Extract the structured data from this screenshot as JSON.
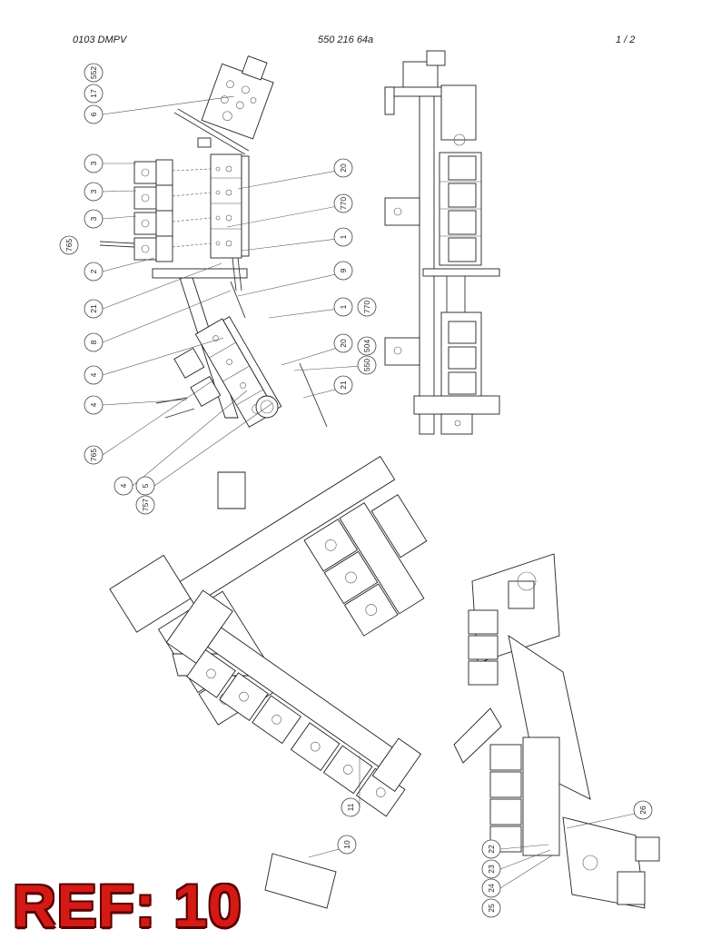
{
  "header": {
    "left": "0103 DMPV",
    "center": "550 216 64a",
    "right": "1 /   2"
  },
  "ref_label": "REF: 10",
  "callouts": [
    {
      "id": "c-552",
      "label": "552"
    },
    {
      "id": "c-17",
      "label": "17"
    },
    {
      "id": "c-6",
      "label": "6"
    },
    {
      "id": "c-3a",
      "label": "3"
    },
    {
      "id": "c-3b",
      "label": "3"
    },
    {
      "id": "c-3c",
      "label": "3"
    },
    {
      "id": "c-765a",
      "label": "765"
    },
    {
      "id": "c-2",
      "label": "2"
    },
    {
      "id": "c-21a",
      "label": "21"
    },
    {
      "id": "c-8",
      "label": "8"
    },
    {
      "id": "c-4a",
      "label": "4"
    },
    {
      "id": "c-4b",
      "label": "4"
    },
    {
      "id": "c-765b",
      "label": "765"
    },
    {
      "id": "c-4c",
      "label": "4"
    },
    {
      "id": "c-5",
      "label": "5"
    },
    {
      "id": "c-757",
      "label": "757"
    },
    {
      "id": "c-20a",
      "label": "20"
    },
    {
      "id": "c-770a",
      "label": "770"
    },
    {
      "id": "c-1a",
      "label": "1"
    },
    {
      "id": "c-9",
      "label": "9"
    },
    {
      "id": "c-1b",
      "label": "1"
    },
    {
      "id": "c-770b",
      "label": "770"
    },
    {
      "id": "c-20b",
      "label": "20"
    },
    {
      "id": "c-504",
      "label": "504"
    },
    {
      "id": "c-550",
      "label": "550"
    },
    {
      "id": "c-21b",
      "label": "21"
    },
    {
      "id": "c-11",
      "label": "11"
    },
    {
      "id": "c-10",
      "label": "10"
    },
    {
      "id": "c-26",
      "label": "26"
    },
    {
      "id": "c-22",
      "label": "22"
    },
    {
      "id": "c-23",
      "label": "23"
    },
    {
      "id": "c-24",
      "label": "24"
    },
    {
      "id": "c-25",
      "label": "25"
    }
  ]
}
